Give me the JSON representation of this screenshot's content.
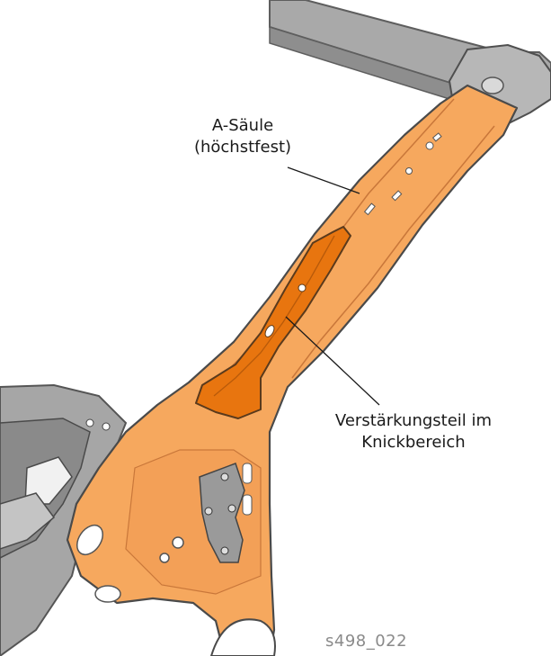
{
  "labels": {
    "a_pillar_line1": "A-Säule",
    "a_pillar_line2": "(höchstfest)",
    "reinforcement_line1": "Verstärkungsteil im",
    "reinforcement_line2": "Knickbereich"
  },
  "figure_id": "s498_022",
  "colors": {
    "pillar_orange": "#f6a85e",
    "pillar_edge": "#c9773a",
    "reinforcement_orange": "#e8750f",
    "frame_gray": "#a9a9a9",
    "frame_dark": "#6b6b6b",
    "background": "#ffffff"
  }
}
